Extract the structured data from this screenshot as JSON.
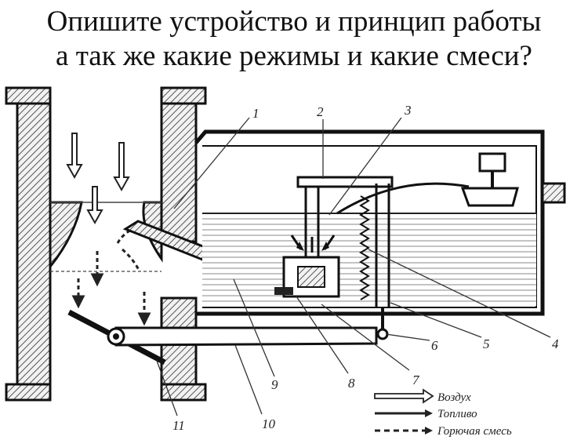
{
  "question": {
    "line1": "Опишите устройство и принцип работы",
    "line2": "а так же какие режимы и какие смеси?"
  },
  "diagram": {
    "part_labels": [
      "1",
      "2",
      "3",
      "4",
      "5",
      "6",
      "7",
      "8",
      "9",
      "10",
      "11"
    ],
    "legend": {
      "air": "Воздух",
      "fuel": "Топливо",
      "mixture": "Горючая смесь"
    }
  }
}
